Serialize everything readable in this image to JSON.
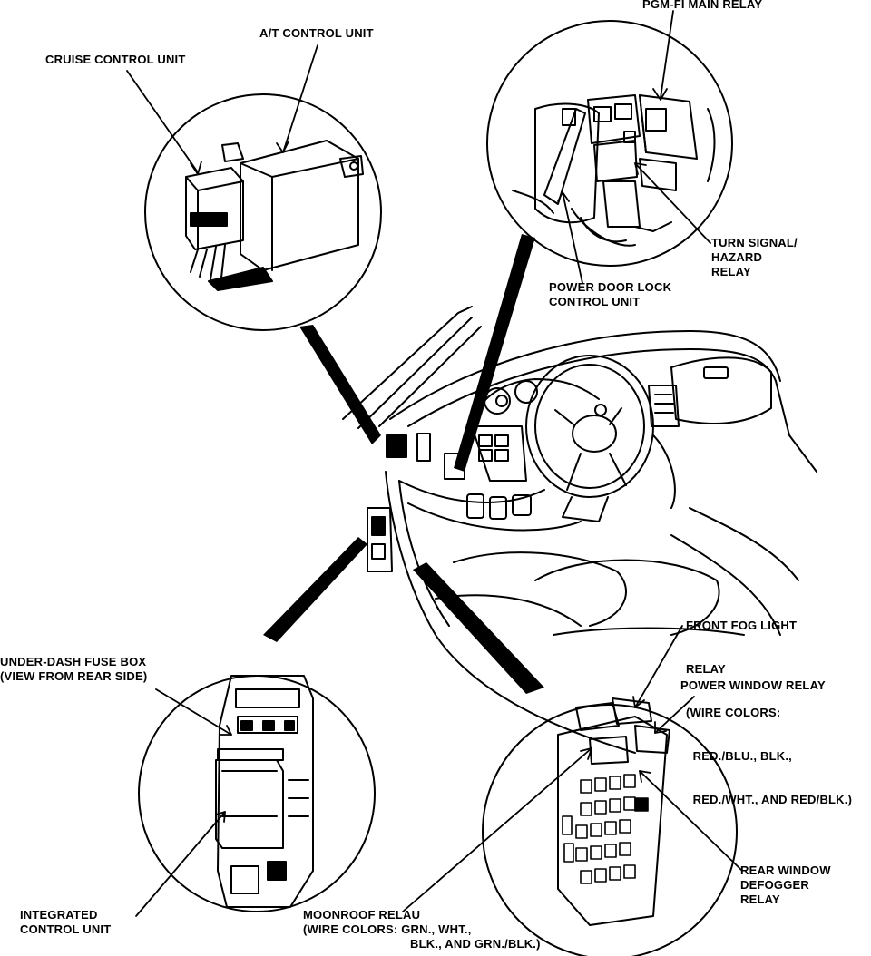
{
  "labels": {
    "pgm_fi_main_relay": "PGM-FI MAIN RELAY",
    "at_control_unit": "A/T CONTROL UNIT",
    "cruise_control_unit": "CRUISE CONTROL UNIT",
    "turn_signal_hazard_relay": [
      "TURN SIGNAL/",
      "HAZARD",
      "RELAY"
    ],
    "power_door_lock_control_unit": [
      "POWER DOOR LOCK",
      "CONTROL UNIT"
    ],
    "front_fog_light_relay": [
      "FRONT FOG LIGHT",
      "RELAY",
      "(WIRE COLORS:",
      "  RED./BLU., BLK.,",
      "  RED./WHT., AND RED/BLK.)"
    ],
    "power_window_relay": "POWER WINDOW RELAY",
    "under_dash_fuse_box": [
      "UNDER-DASH FUSE BOX",
      "(VIEW FROM REAR SIDE)"
    ],
    "rear_window_defogger_relay": [
      "REAR WINDOW",
      "DEFOGGER",
      "RELAY"
    ],
    "integrated_control_unit": [
      "INTEGRATED",
      "CONTROL UNIT"
    ],
    "moonroof_relau": [
      "MOONROOF RELAU",
      "(WIRE COLORS: GRN., WHT.,",
      "BLK., AND GRN./BLK.)"
    ]
  },
  "colors": {
    "ink": "#000000",
    "paper": "#ffffff"
  }
}
